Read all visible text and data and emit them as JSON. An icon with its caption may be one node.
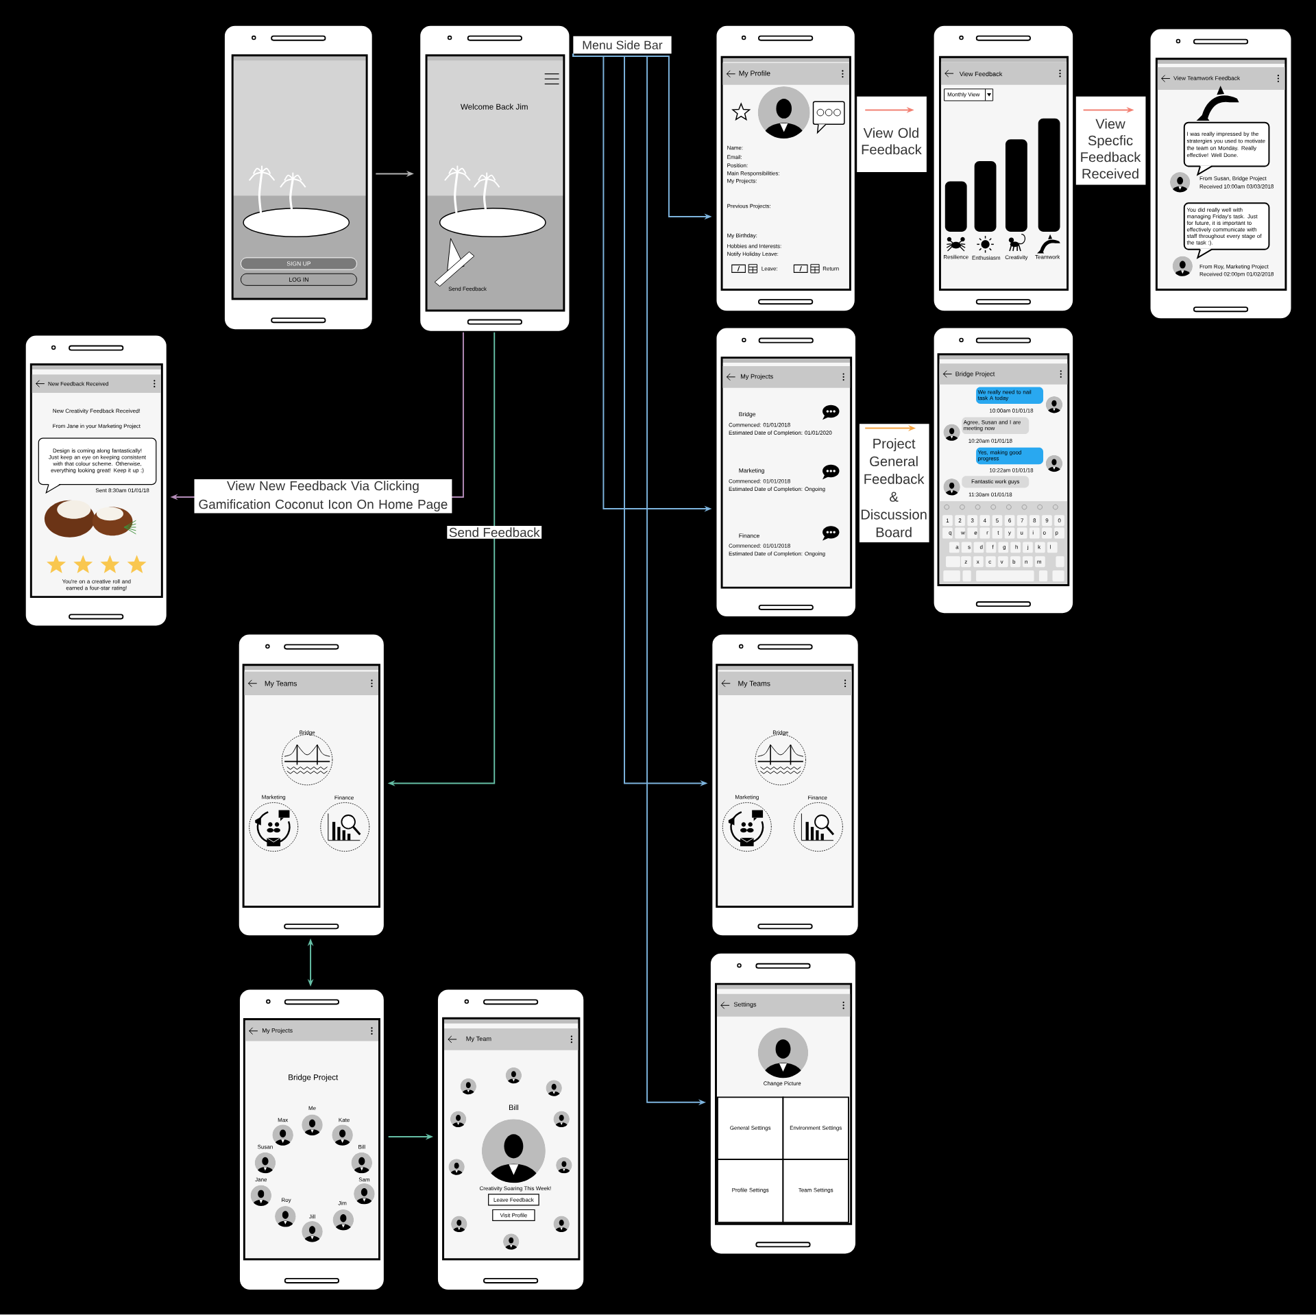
{
  "diagram": {
    "nodes": [
      {
        "text": [
          "SIGN UP",
          "LOG IN"
        ]
      },
      {
        "text": [
          "Welcome Back Jim",
          "Send Feedback"
        ]
      },
      {
        "text": [
          "Menu Side Bar"
        ]
      },
      {
        "text": [
          "My Profile",
          "Name:",
          "Email:",
          "Position:",
          "Main Responsibilities:",
          "My Projects:",
          "Previous Projects:",
          "My Birthday:",
          "Hobbies and Interests:",
          "Notify Holiday Leave:",
          "Leave:",
          "Return"
        ]
      },
      {
        "text": [
          "View Feedback",
          "Monthly View",
          "Resilience",
          "Enthusiasm",
          "Creativity",
          "Teamwork"
        ]
      },
      {
        "text": [
          "View Teamwork Feedback",
          "I was really impressed by the stratergies you used to motivate the team on Monday. Really effective! Well Done.",
          "From Susan, Bridge Project",
          "Received 10:00am 03/03/2018",
          "You did really well with managing Friday's task. Just for future, it is important to effectively communicate with staff throughout every stage of the task :).",
          "From Roy, Marketing Project",
          "Received 02:00pm 01/02/2018"
        ]
      },
      {
        "text": [
          "New Feedback Received",
          "New Creativity Feedback Received!",
          "From Jane in your Marketing Project",
          "Design is coming along fantastically! Just keep an eye on keeping consistent with that colour scheme. Otherwise, everything looking great! Keep it up :)",
          "Sent 8:30am 01/01/18",
          "You're on a creative roll and earned a four-star rating!"
        ]
      },
      {
        "text": [
          "My Projects",
          "Bridge",
          "Commenced: 01/01/2018",
          "Estimated Date of Completion: 01/01/2020",
          "Marketing",
          "Commenced: 01/01/2018",
          "Estimated Date of Completion: Ongoing",
          "Finance",
          "Commenced: 01/01/2018",
          "Estimated Date of Completion: Ongoing"
        ]
      },
      {
        "text": [
          "Bridge Project",
          "We really need to nail task A today",
          "10:00am 01/01/18",
          "Agree, Susan and I are meeting now",
          "10:20am 01/01/18",
          "Yes, making good progress",
          "10:22am 01/01/18",
          "Fantastic work guys",
          "11:30am 01/01/18",
          "1 2 3 4 5 6 7 8 9 0",
          "q w e r t y u i o p",
          "a s d f g h j k l",
          "z x c v b n m"
        ]
      },
      {
        "text": [
          "My Teams",
          "Bridge",
          "Marketing",
          "Finance"
        ]
      },
      {
        "text": [
          "My Teams",
          "Bridge",
          "Marketing",
          "Finance"
        ]
      },
      {
        "text": [
          "My Projects",
          "Bridge Project",
          "Me",
          "Max",
          "Kate",
          "Susan",
          "Bill",
          "Jane",
          "Sam",
          "Roy",
          "Jim",
          "Jill"
        ]
      },
      {
        "text": [
          "My Team",
          "Bill",
          "Creativity Soaring This Week!",
          "Leave Feedback",
          "Visit Profile"
        ]
      },
      {
        "text": [
          "Settings",
          "Change Picture",
          "General Settings",
          "Environment Settings",
          "Profile Settings",
          "Team Settings"
        ]
      }
    ],
    "edges": [
      {
        "from": 0,
        "to": 1,
        "arrow": "to",
        "color": "#b3b3b3"
      },
      {
        "from": 2,
        "to": 3,
        "arrow": "to"
      },
      {
        "from": 2,
        "to": 7,
        "arrow": "to"
      },
      {
        "from": 2,
        "to": 10,
        "arrow": "to"
      },
      {
        "from": 2,
        "to": 13,
        "arrow": "to"
      },
      {
        "from": 3,
        "to": 4,
        "arrow": "to",
        "label": "View Old Feedback",
        "color": "#f28072"
      },
      {
        "from": 4,
        "to": 5,
        "arrow": "to",
        "label": "View Specfic Feedback Received",
        "color": "#f28072"
      },
      {
        "from": 7,
        "to": 8,
        "arrow": "to",
        "label": "Project General Feedback & Discussion Board",
        "color": "#f5a340"
      },
      {
        "from": 1,
        "to": 6,
        "arrow": "to",
        "label": "View New Feedback Via Clicking Gamification Coconut Icon On Home Page",
        "color": "#b48cb8"
      },
      {
        "from": 1,
        "to": 9,
        "arrow": "to",
        "label": "Send Feedback",
        "color": "#66bfa6"
      },
      {
        "from": 9,
        "to": 11,
        "arrow": "both",
        "color": "#66bfa6"
      },
      {
        "from": 11,
        "to": 12,
        "arrow": "to",
        "color": "#66bfa6"
      }
    ]
  }
}
